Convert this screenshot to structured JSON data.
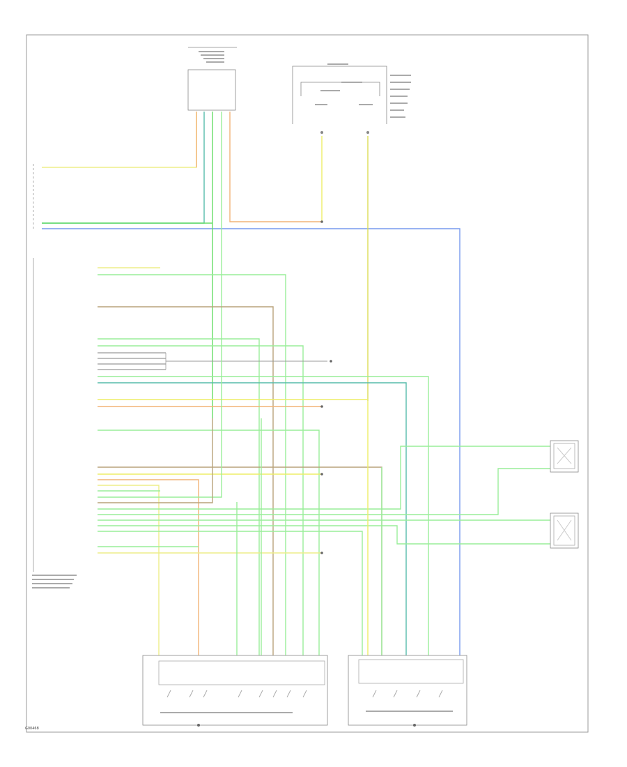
{
  "figure_id": "G00468",
  "colors": {
    "frame": "#888888",
    "text": "#555555",
    "wire_yellow": "#eeee66",
    "wire_green": "#66dd66",
    "wire_lightgreen": "#99ee99",
    "wire_blue": "#7799ee",
    "wire_teal": "#55bbaa",
    "wire_orange": "#f2b377",
    "wire_tan": "#b8a27a",
    "wire_gray": "#999999"
  },
  "components": [
    {
      "id": "pressure_sensor",
      "label": "",
      "kind": "connector-box"
    },
    {
      "id": "fuse_box",
      "label": "",
      "kind": "fuse-block"
    },
    {
      "id": "pcm",
      "label": "",
      "kind": "module"
    },
    {
      "id": "output_speed_sensor",
      "label": "",
      "kind": "sensor"
    },
    {
      "id": "input_speed_sensor",
      "label": "",
      "kind": "sensor"
    },
    {
      "id": "solenoid_pack_left",
      "label": "",
      "kind": "solenoid-assembly"
    },
    {
      "id": "solenoid_pack_right",
      "label": "",
      "kind": "solenoid-assembly"
    }
  ],
  "notes": []
}
